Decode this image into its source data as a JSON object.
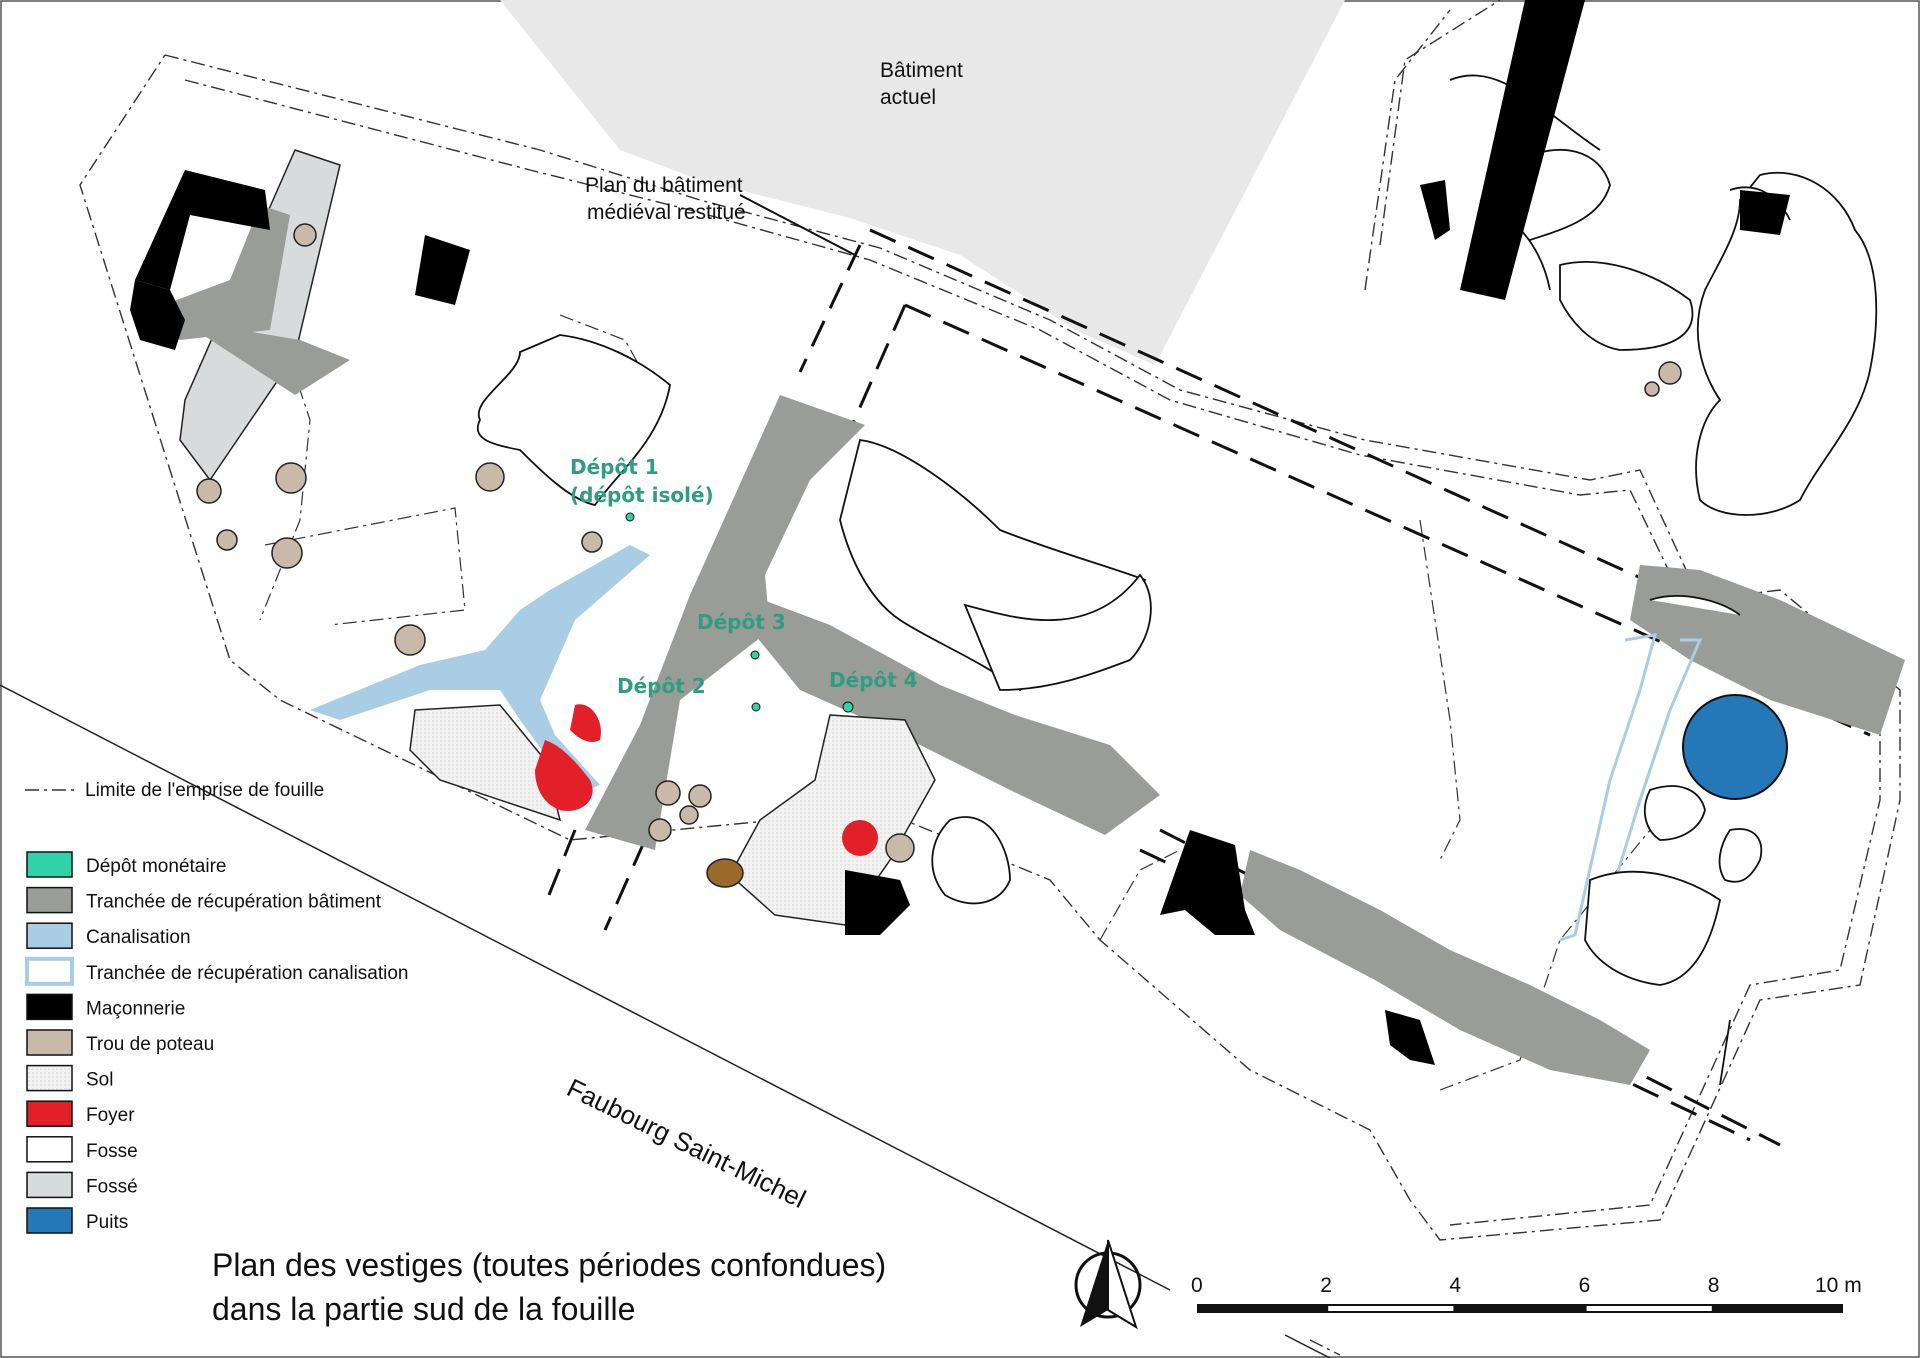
{
  "labels": {
    "building_current_line1": "Bâtiment",
    "building_current_line2": "actuel",
    "medieval_line1": "Plan du bâtiment",
    "medieval_line2": "médiéval restitué",
    "street": "Faubourg Saint-Michel",
    "excavation_limit": "Limite de l'emprise de fouille"
  },
  "depots": [
    {
      "line1": "Dépôt 1",
      "line2": "(dépôt isolé)"
    },
    {
      "line1": "Dépôt 2"
    },
    {
      "line1": "Dépôt 3"
    },
    {
      "line1": "Dépôt 4"
    }
  ],
  "legend": [
    {
      "label": "Dépôt monétaire",
      "color": "#2fd3a6",
      "style": "fill"
    },
    {
      "label": "Tranchée de récupération bâtiment",
      "color": "#9a9c98",
      "style": "fill"
    },
    {
      "label": "Canalisation",
      "color": "#a9cde4",
      "style": "fill"
    },
    {
      "label": "Tranchée de récupération canalisation",
      "color": "#a9cde4",
      "style": "outline"
    },
    {
      "label": "Maçonnerie",
      "color": "#000000",
      "style": "fill"
    },
    {
      "label": "Trou de poteau",
      "color": "#c9b9a8",
      "style": "fill"
    },
    {
      "label": "Sol",
      "color": "#eeeeee",
      "style": "fill"
    },
    {
      "label": "Foyer",
      "color": "#e3202a",
      "style": "fill"
    },
    {
      "label": "Fosse",
      "color": "#ffffff",
      "style": "fill"
    },
    {
      "label": "Fossé",
      "color": "#d8dbdc",
      "style": "fill"
    },
    {
      "label": "Puits",
      "color": "#2478b8",
      "style": "fill"
    }
  ],
  "title": {
    "line1": "Plan des vestiges (toutes périodes confondues)",
    "line2": "dans la partie sud de la fouille"
  },
  "scale": {
    "ticks": [
      "0",
      "2",
      "4",
      "6",
      "8",
      "10 m"
    ],
    "unit": "m"
  },
  "colors": {
    "current_building": "#e8e8e8",
    "trench": "#9a9c98",
    "canal": "#a9cde4",
    "masonry": "#000000",
    "posthole": "#c9b9a8",
    "floor": "#eeeeee",
    "hearth": "#e3202a",
    "well": "#2478b8",
    "depot": "#2fd3a6",
    "hollow_brown": "#9a6a2a"
  },
  "icons": {
    "north_arrow": "north-arrow-icon"
  }
}
